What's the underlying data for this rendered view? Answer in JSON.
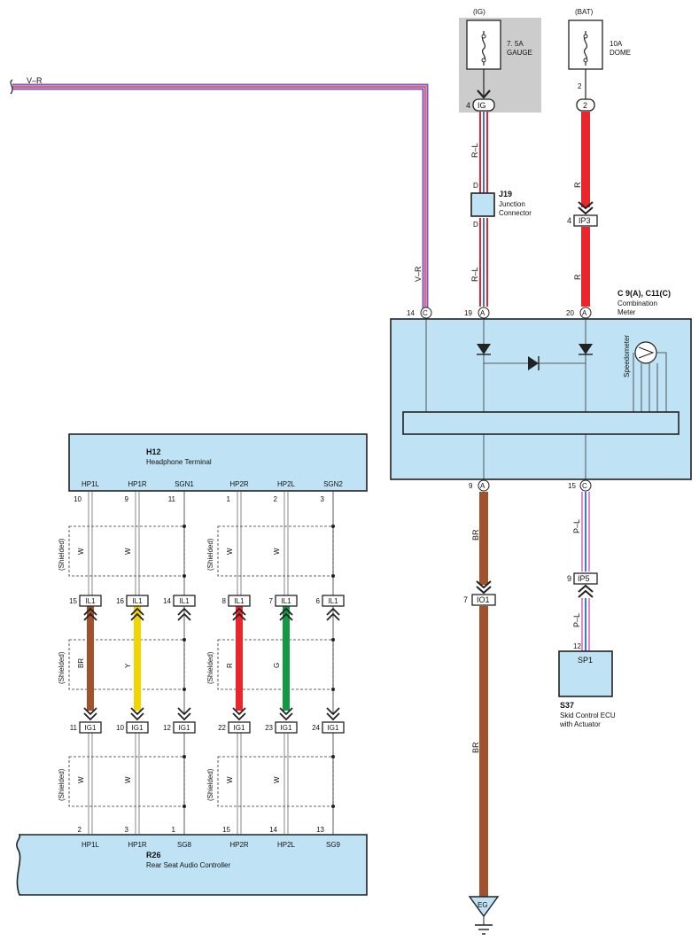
{
  "colors": {
    "component_fill": "#bfe3f5",
    "shade": "#cccccc",
    "br": "#a0522d",
    "y": "#f2d400",
    "r": "#e8262b",
    "g": "#119a44",
    "wire_v": "#7a5cc2",
    "wire_r": "#e8262b",
    "wire_l": "#3a78d8",
    "wire_p": "#e38ad0"
  },
  "fuse_ig": {
    "supply": "(IG)",
    "rating": "7. 5A",
    "name": "GAUGE",
    "pin": "4",
    "terminal": "IG"
  },
  "fuse_bat": {
    "supply": "(BAT)",
    "rating": "10A",
    "name": "DOME",
    "pin_top": "2",
    "pin": "2"
  },
  "j19": {
    "code": "J19",
    "name1": "Junction",
    "name2": "Connector",
    "pin_top": "D",
    "pin_bot": "D"
  },
  "wires": {
    "v_r": "V–R",
    "r_l": "R–L",
    "r": "R",
    "br": "BR",
    "p_l": "P–L",
    "w": "W",
    "y": "Y",
    "g": "G"
  },
  "ip3": {
    "pin": "4",
    "label": "IP3"
  },
  "meter": {
    "code": "C 9(A), C11(C)",
    "name1": "Combination",
    "name2": "Meter",
    "pin14": "14",
    "pin19": "19",
    "pin20": "20",
    "pin9": "9",
    "pin15": "15",
    "c": "C",
    "a": "A",
    "speedometer": "Speedometer"
  },
  "io1": {
    "pin": "7",
    "label": "IO1"
  },
  "ip5": {
    "pin": "9",
    "label": "IP5"
  },
  "s37": {
    "pin": "12",
    "terminal": "SP1",
    "code": "S37",
    "name1": "Skid Control ECU",
    "name2": "with Actuator"
  },
  "eg": "EG",
  "h12": {
    "code": "H12",
    "name": "Headphone Terminal",
    "terms": [
      "HP1L",
      "HP1R",
      "SGN1",
      "HP2R",
      "HP2L",
      "SGN2"
    ],
    "pins": [
      "10",
      "9",
      "11",
      "1",
      "2",
      "3"
    ]
  },
  "il1": {
    "label": "IL1",
    "pins": [
      "15",
      "16",
      "14",
      "8",
      "7",
      "6"
    ]
  },
  "ig1": {
    "label": "IG1",
    "pins": [
      "11",
      "10",
      "12",
      "22",
      "23",
      "24"
    ]
  },
  "r26": {
    "code": "R26",
    "name": "Rear Seat Audio Controller",
    "terms": [
      "HP1L",
      "HP1R",
      "SG8",
      "HP2R",
      "HP2L",
      "SG9"
    ],
    "pins": [
      "2",
      "3",
      "1",
      "15",
      "14",
      "13"
    ]
  },
  "shielded": "(Shielded)"
}
